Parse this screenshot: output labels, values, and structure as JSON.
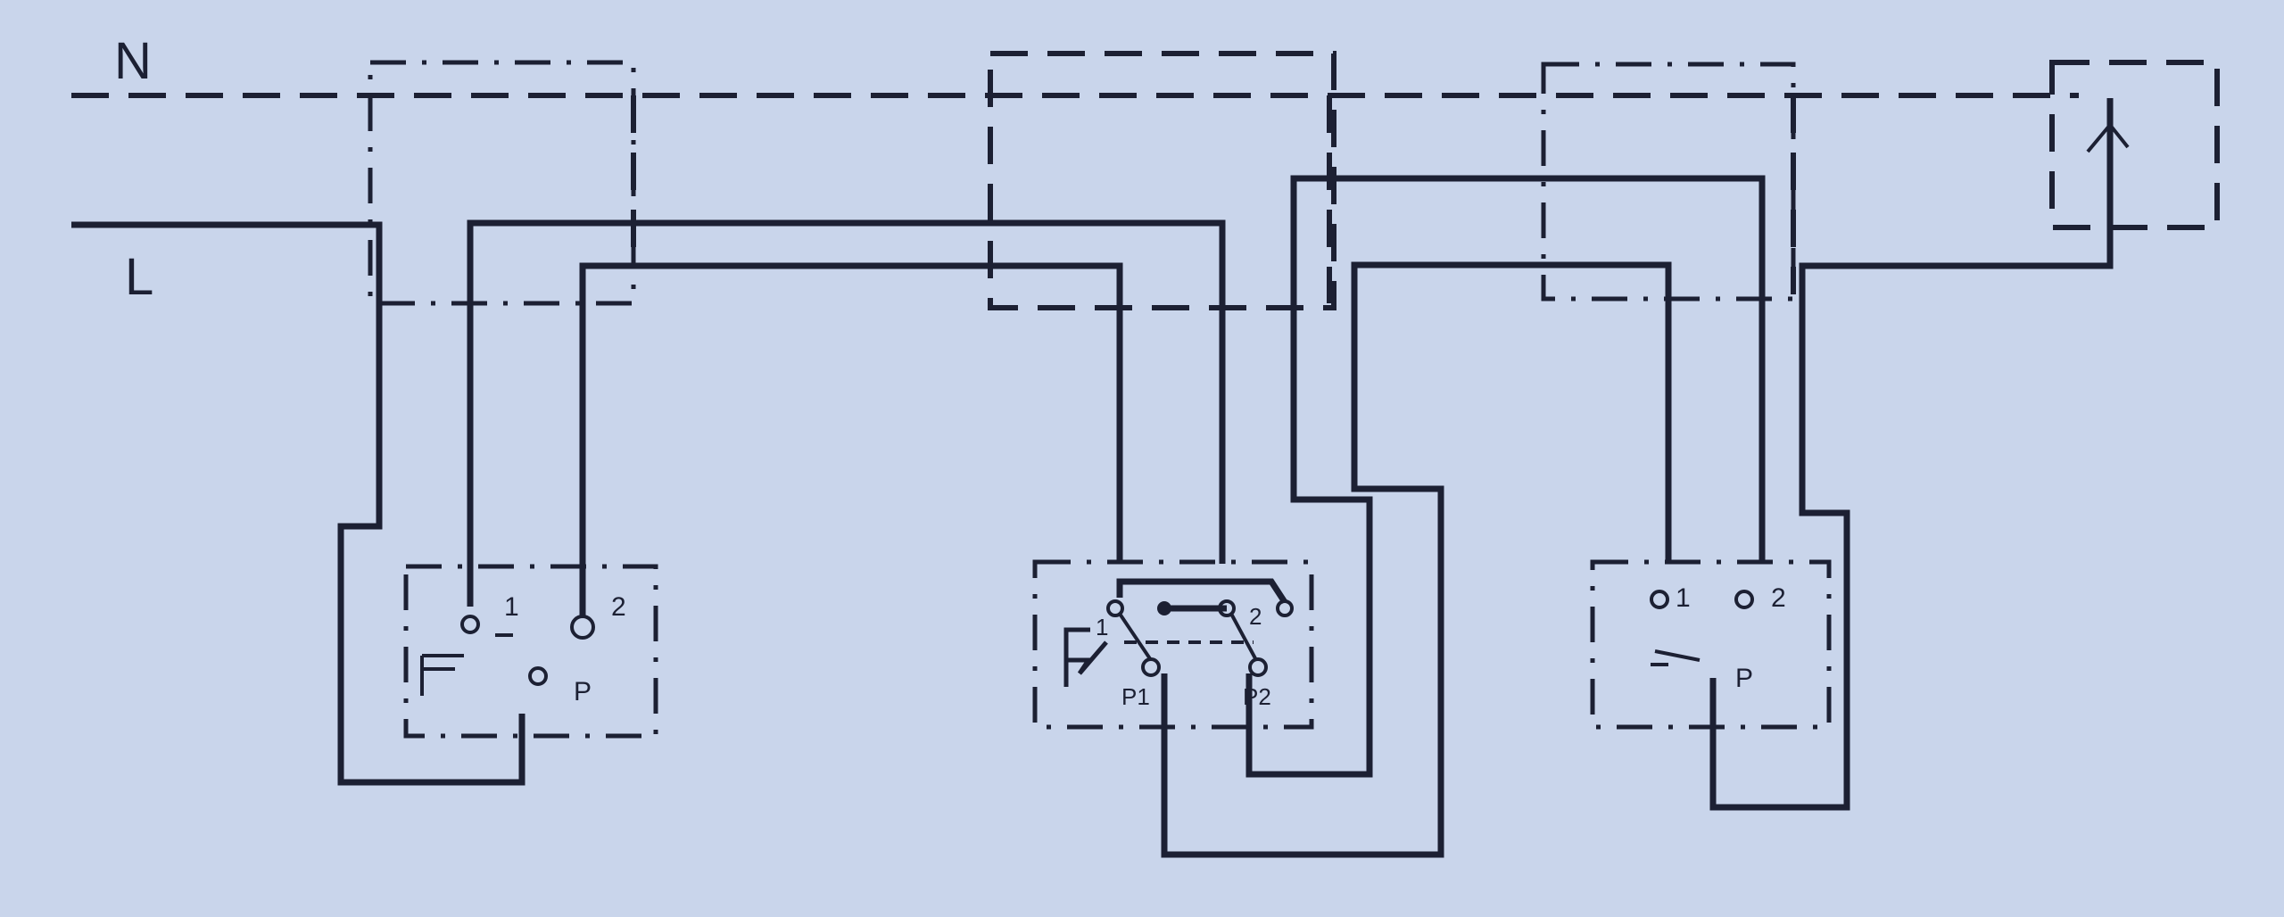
{
  "diagram": {
    "title": "Intermediate switching wiring diagram",
    "lines": {
      "neutral": "N",
      "live": "L"
    },
    "switch_left": {
      "terminal_1": "1",
      "terminal_2": "2",
      "common": "P"
    },
    "switch_middle": {
      "terminal_1": "1",
      "terminal_2": "2",
      "common_1": "P1",
      "common_2": "P2"
    },
    "switch_right": {
      "terminal_1": "1",
      "terminal_2": "2",
      "common": "P"
    },
    "colors": {
      "background": "#c9d5eb",
      "ink": "#1c2033"
    }
  }
}
